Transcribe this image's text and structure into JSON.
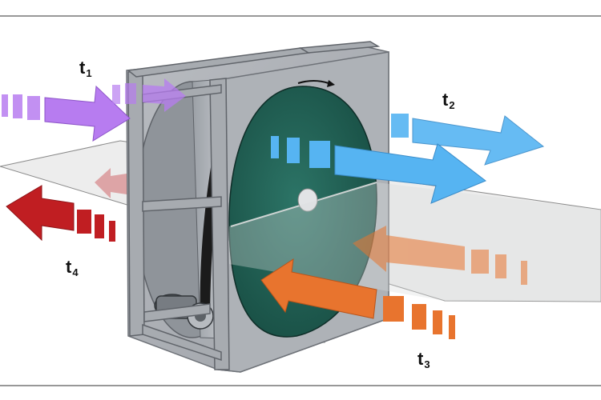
{
  "colors": {
    "supply_in": "#b77cf0",
    "supply_out": "#56b4f2",
    "exhaust_in": "#e8742e",
    "exhaust_out": "#c01e22",
    "housing": "#a9adb3",
    "rotor": "#1f5f52",
    "divider_plane": "#d9d9d9"
  },
  "icons": {
    "rotation": "rotation-arrow-icon",
    "motor": "drive-motor-icon",
    "belt": "drive-belt-icon"
  },
  "labels": {
    "t1": {
      "main": "t",
      "sub": "1"
    },
    "t2": {
      "main": "t",
      "sub": "2"
    },
    "t3": {
      "main": "t",
      "sub": "3"
    },
    "t4": {
      "main": "t",
      "sub": "4"
    }
  }
}
